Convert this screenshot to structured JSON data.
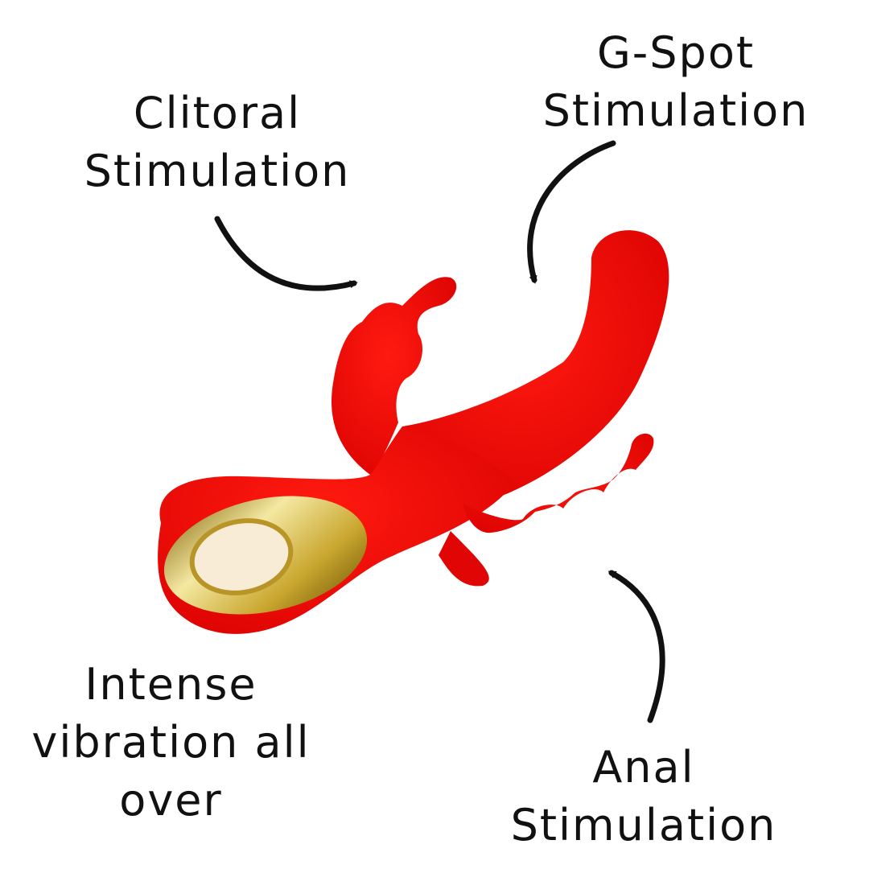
{
  "labels": {
    "clitoral": {
      "line1": "Clitoral",
      "line2": "Stimulation"
    },
    "gspot": {
      "line1": "G-Spot",
      "line2": "Stimulation"
    },
    "vibration": {
      "line1": "Intense",
      "line2": "vibration all",
      "line3": "over"
    },
    "anal": {
      "line1": "Anal",
      "line2": "Stimulation"
    }
  },
  "colors": {
    "product_red": "#f20a0a",
    "product_red_dark": "#c80000",
    "gold": "#e7cf6a",
    "arrow": "#111111",
    "background": "#ffffff"
  },
  "icons": [
    "arrow-icon"
  ]
}
